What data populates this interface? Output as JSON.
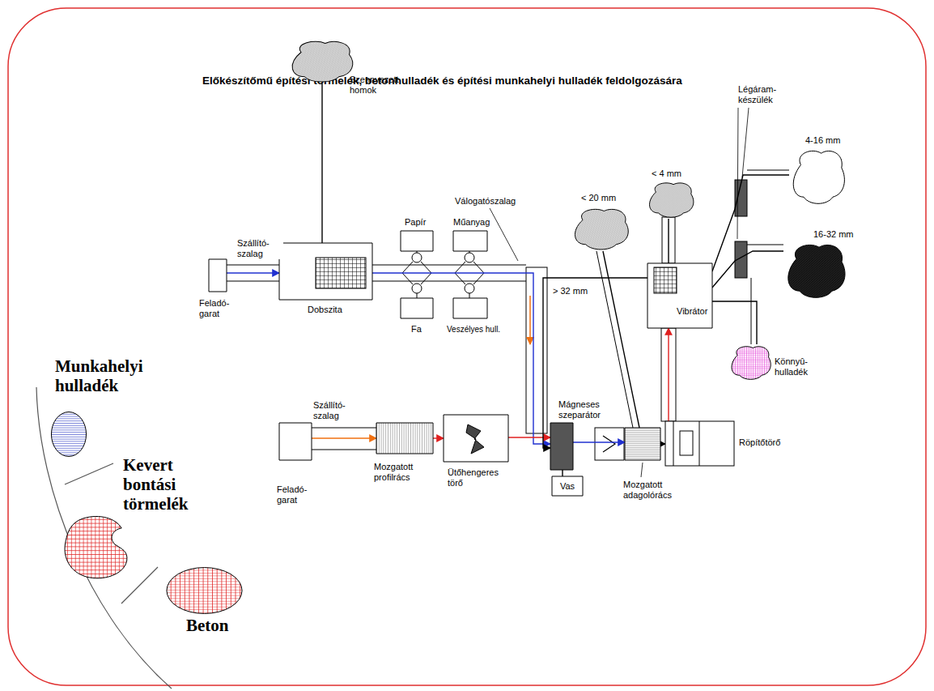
{
  "diagram": {
    "title": "Előkészítőmű építési törmelék, betonhulladék és építési munkahelyi hulladék feldolgozására",
    "nodes": [
      {
        "text": [
          "Szennyezett homok"
        ]
      },
      {
        "text": [
          "Feladó-garat"
        ]
      },
      {
        "text": [
          "Dobszita"
        ]
      },
      {
        "text": [
          "Papír"
        ]
      },
      {
        "text": [
          "Műanyag"
        ]
      },
      {
        "text": [
          "Fa"
        ]
      },
      {
        "text": [
          "Veszélyes hull."
        ]
      },
      {
        "text": [
          "< 20 mm"
        ]
      },
      {
        "text": [
          "< 4 mm"
        ]
      },
      {
        "text": [
          "4-16 mm"
        ]
      },
      {
        "text": [
          "16-32 mm"
        ]
      },
      {
        "text": [
          "Vibrátor"
        ]
      },
      {
        "text": [
          "Könnyû-hulladék"
        ]
      },
      {
        "text": [
          "Feladó-garat"
        ]
      },
      {
        "text": [
          "Mozgatott profilrács"
        ]
      },
      {
        "text": [
          "Ütőhengeres törő"
        ]
      },
      {
        "text": [
          "Mágneses szeparátor"
        ]
      },
      {
        "text": [
          "Vas"
        ]
      },
      {
        "text": [
          "Mozgatott adagolórács"
        ]
      },
      {
        "text": [
          "Röpítőtörő"
        ]
      },
      {
        "text": [
          "Munkahelyi hulladék"
        ]
      },
      {
        "text": [
          "Kevert bontási törmelék"
        ]
      },
      {
        "text": [
          "Beton"
        ]
      }
    ],
    "edges": [
      {
        "from": 1,
        "to": 2,
        "arrow": "to",
        "label": "Szállító-szalag"
      },
      {
        "from": 2,
        "to": 0,
        "arrow": "none"
      },
      {
        "from": 2,
        "to": 16,
        "arrow": "to"
      },
      {
        "from": 13,
        "to": 14,
        "arrow": "to",
        "label": "Szállító-szalag"
      },
      {
        "from": 14,
        "to": 15,
        "arrow": "to"
      },
      {
        "from": 15,
        "to": 16,
        "arrow": "to"
      },
      {
        "from": 16,
        "to": 17,
        "arrow": "none"
      },
      {
        "from": 16,
        "to": 18,
        "arrow": "to"
      },
      {
        "from": 18,
        "to": 19,
        "arrow": "to"
      },
      {
        "from": 18,
        "to": 7,
        "arrow": "none"
      },
      {
        "from": 19,
        "to": 11,
        "arrow": "to"
      },
      {
        "from": 11,
        "to": 8,
        "arrow": "none"
      },
      {
        "from": 11,
        "to": 9,
        "arrow": "none"
      },
      {
        "from": 11,
        "to": 10,
        "arrow": "none"
      },
      {
        "from": 11,
        "to": 12,
        "arrow": "none"
      },
      {
        "from": 11,
        "to": 16,
        "arrow": "to",
        "label": "> 32 mm"
      }
    ],
    "labels": [
      "Válogatószalag",
      "Légáram-készülék"
    ]
  }
}
